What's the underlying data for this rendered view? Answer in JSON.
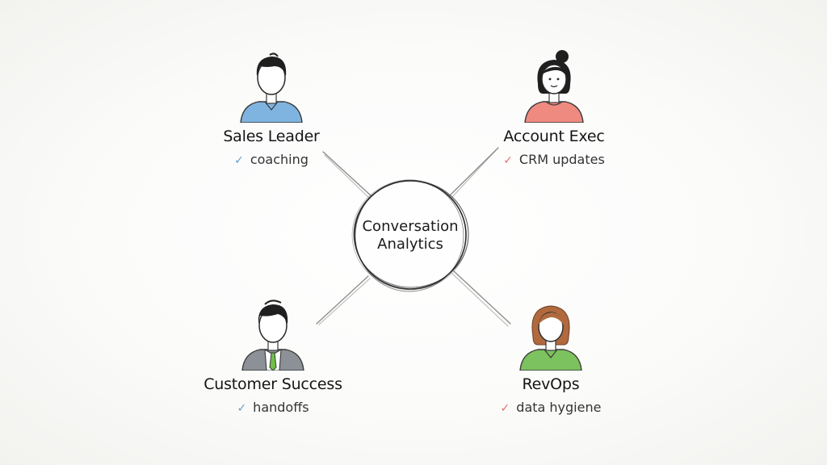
{
  "hub": {
    "label_line1": "Conversation",
    "label_line2": "Analytics"
  },
  "personas": [
    {
      "id": "sales-leader",
      "role": "Sales Leader",
      "task": "coaching",
      "check_color": "#5a9fd4",
      "shirt_color": "#7fb4e0",
      "hair": "short-dark"
    },
    {
      "id": "account-exec",
      "role": "Account Exec",
      "task": "CRM updates",
      "check_color": "#e07070",
      "shirt_color": "#ef8a80",
      "hair": "bun-dark"
    },
    {
      "id": "customer-success",
      "role": "Customer Success",
      "task": "handoffs",
      "check_color": "#5a9fd4",
      "shirt_color": "#8c9198",
      "hair": "short-dark"
    },
    {
      "id": "revops",
      "role": "RevOps",
      "task": "data hygiene",
      "check_color": "#e07070",
      "shirt_color": "#7cc25e",
      "hair": "bob-auburn"
    }
  ],
  "check_glyph": "✓"
}
